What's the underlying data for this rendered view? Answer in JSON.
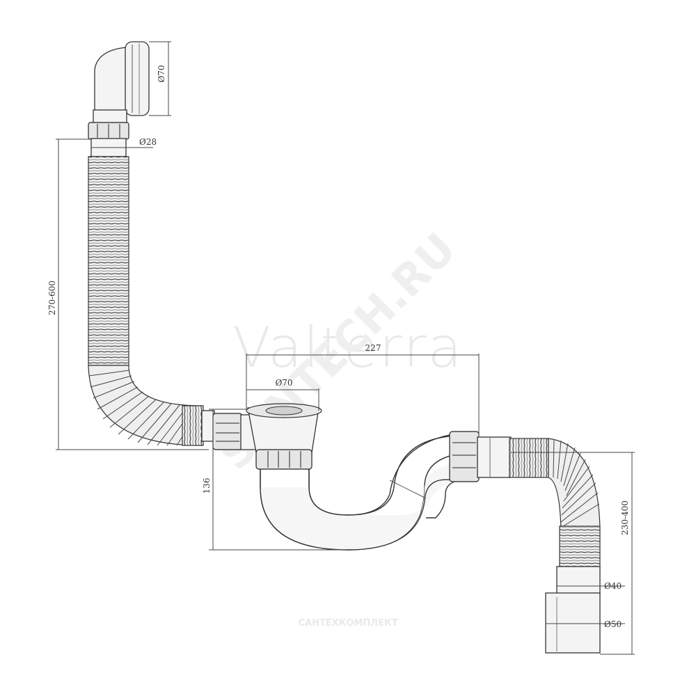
{
  "watermark": {
    "brand": "Valterra",
    "site": "SANTECH.RU",
    "footer": "САНТЕХКОМПЛЕКТ"
  },
  "dimensions": {
    "overflow_head_diameter": "Ø70",
    "overflow_pipe_diameter": "Ø28",
    "overflow_hose_length": "270-600",
    "drain_offset": "227",
    "drain_head_diameter": "Ø70",
    "trap_height": "136",
    "outlet_hose_length": "230-400",
    "outlet_diameter_small": "Ø40",
    "outlet_diameter_large": "Ø50"
  }
}
